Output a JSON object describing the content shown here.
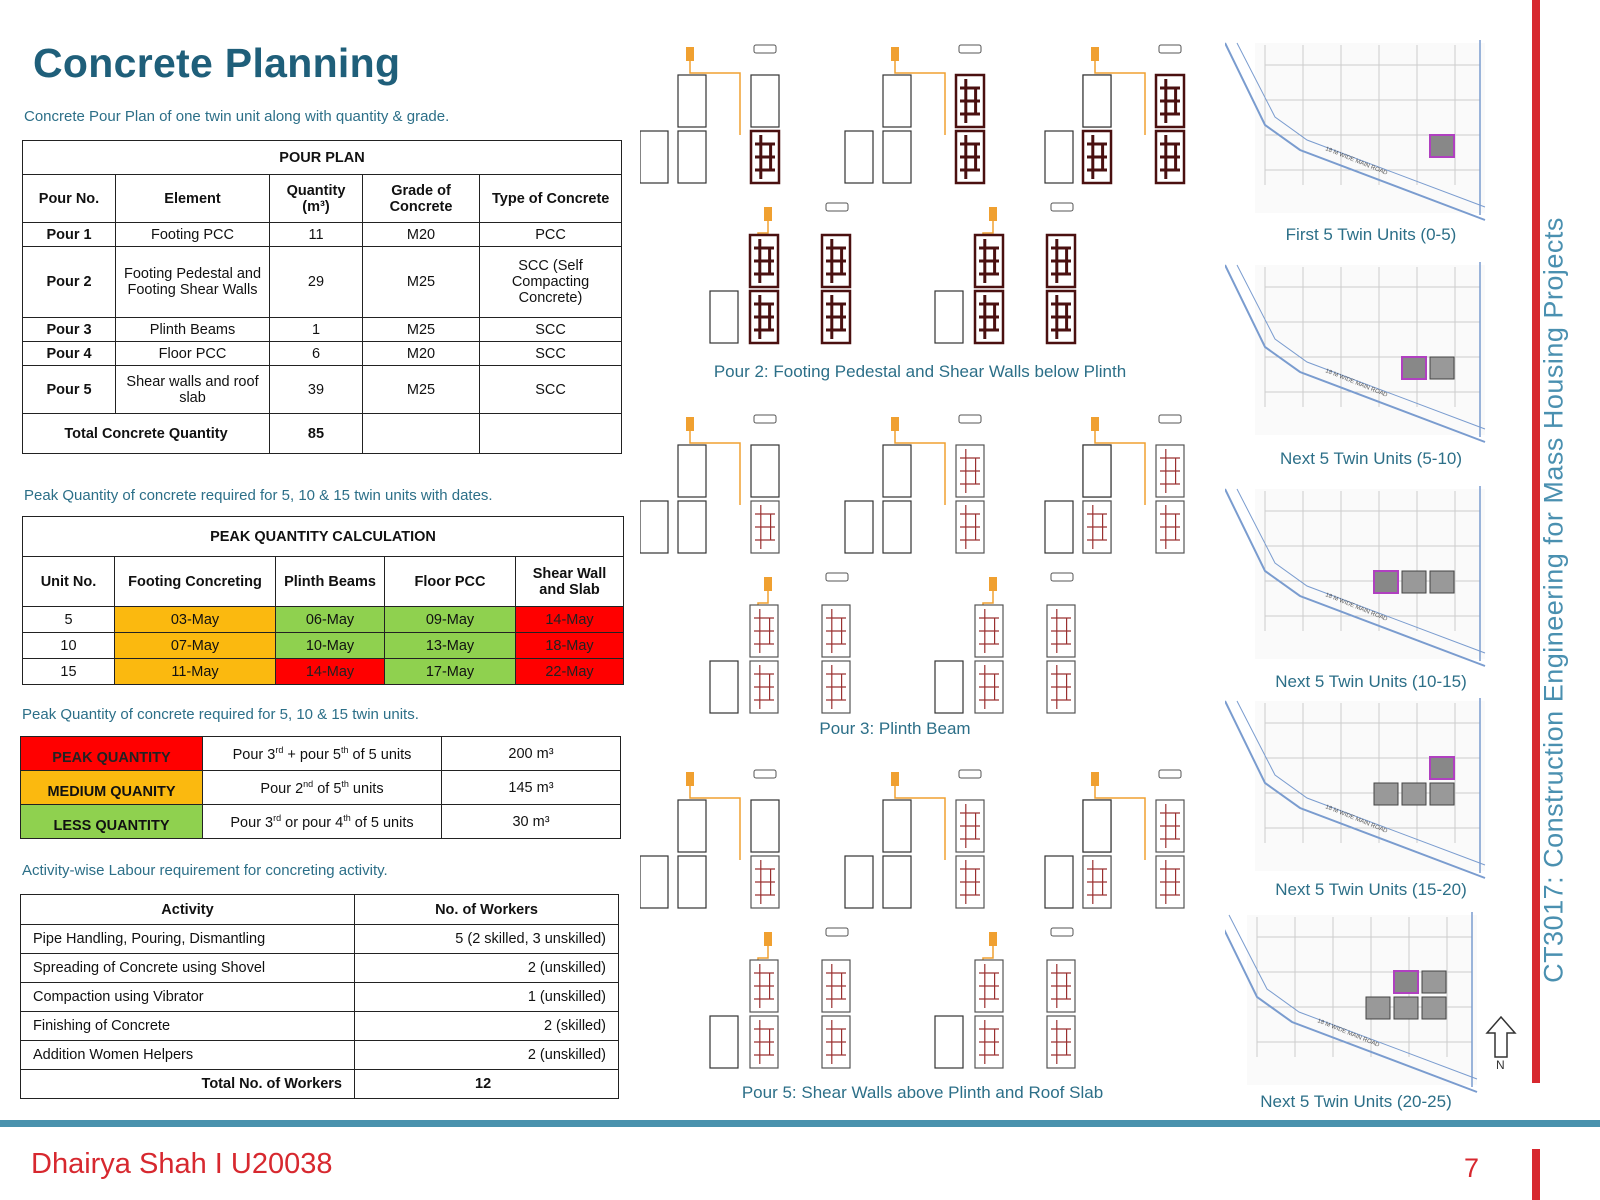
{
  "page": {
    "title": "Concrete Planning",
    "side_title": "CT3017: Construction Engineering for Mass Housing Projects",
    "author": "Dhairya Shah I U20038",
    "page_number": "7"
  },
  "captions": {
    "pour_plan": "Concrete Pour Plan of one twin unit along with quantity & grade.",
    "peak_dates": "Peak Quantity of concrete required for 5, 10 & 15 twin units with dates.",
    "peak_qty": "Peak Quantity of concrete required for 5, 10 & 15 twin units.",
    "labour": "Activity-wise Labour requirement for concreting activity."
  },
  "pour_plan": {
    "title": "POUR PLAN",
    "headers": [
      "Pour No.",
      "Element",
      "Quantity (m³)",
      "Grade of Concrete",
      "Type of Concrete"
    ],
    "rows": [
      [
        "Pour 1",
        "Footing PCC",
        "11",
        "M20",
        "PCC"
      ],
      [
        "Pour 2",
        "Footing Pedestal and Footing Shear Walls",
        "29",
        "M25",
        "SCC (Self Compacting Concrete)"
      ],
      [
        "Pour 3",
        "Plinth Beams",
        "1",
        "M25",
        "SCC"
      ],
      [
        "Pour 4",
        "Floor PCC",
        "6",
        "M20",
        "SCC"
      ],
      [
        "Pour 5",
        "Shear walls and roof slab",
        "39",
        "M25",
        "SCC"
      ]
    ],
    "total_label": "Total Concrete Quantity",
    "total_value": "85"
  },
  "peak_calc": {
    "title": "PEAK QUANTITY CALCULATION",
    "headers": [
      "Unit No.",
      "Footing Concreting",
      "Plinth Beams",
      "Floor PCC",
      "Shear Wall and Slab"
    ],
    "rows": [
      [
        "5",
        "03-May",
        "06-May",
        "09-May",
        "14-May"
      ],
      [
        "10",
        "07-May",
        "10-May",
        "13-May",
        "18-May"
      ],
      [
        "15",
        "11-May",
        "14-May",
        "17-May",
        "22-May"
      ]
    ],
    "colors": {
      "amber": "#fbb90f",
      "green": "#8fd14f",
      "red": "#ff0000"
    }
  },
  "peak_qty": {
    "rows": [
      {
        "label": "PEAK QUANTITY",
        "desc_a": "Pour 3",
        "sup_a": "rd",
        "desc_b": " + pour 5",
        "sup_b": "th",
        "desc_c": " of 5 units",
        "value": "200 m³"
      },
      {
        "label": "MEDIUM QUANITY",
        "desc_a": "Pour 2",
        "sup_a": "nd",
        "desc_b": "  of 5",
        "sup_b": "th",
        "desc_c": " units",
        "value": "145 m³"
      },
      {
        "label": "LESS QUANTITY",
        "desc_a": "Pour 3",
        "sup_a": "rd",
        "desc_b": "  or pour 4",
        "sup_b": "th",
        "desc_c": " of 5 units",
        "value": "30 m³"
      }
    ]
  },
  "labour": {
    "headers": [
      "Activity",
      "No. of Workers"
    ],
    "rows": [
      [
        "Pipe Handling, Pouring, Dismantling",
        "5 (2 skilled, 3 unskilled)"
      ],
      [
        "Spreading of Concrete using Shovel",
        "2 (unskilled)"
      ],
      [
        "Compaction using Vibrator",
        "1 (unskilled)"
      ],
      [
        "Finishing of Concrete",
        "2 (skilled)"
      ],
      [
        "Addition Women Helpers",
        "2 (unskilled)"
      ]
    ],
    "total_label": "Total No. of Workers",
    "total_value": "12"
  },
  "diagrams": {
    "pour2": "Pour 2: Footing Pedestal and Shear Walls below Plinth",
    "pour3": "Pour 3: Plinth Beam",
    "pour5": "Pour 5: Shear Walls above Plinth and Roof Slab"
  },
  "site_maps": {
    "road_label": "18 M WIDE MAIN ROAD",
    "north": "N",
    "captions": [
      "First 5 Twin Units (0-5)",
      "Next 5 Twin Units (5-10)",
      "Next 5 Twin Units (10-15)",
      "Next 5 Twin Units (15-20)",
      "Next 5 Twin Units (20-25)"
    ]
  }
}
